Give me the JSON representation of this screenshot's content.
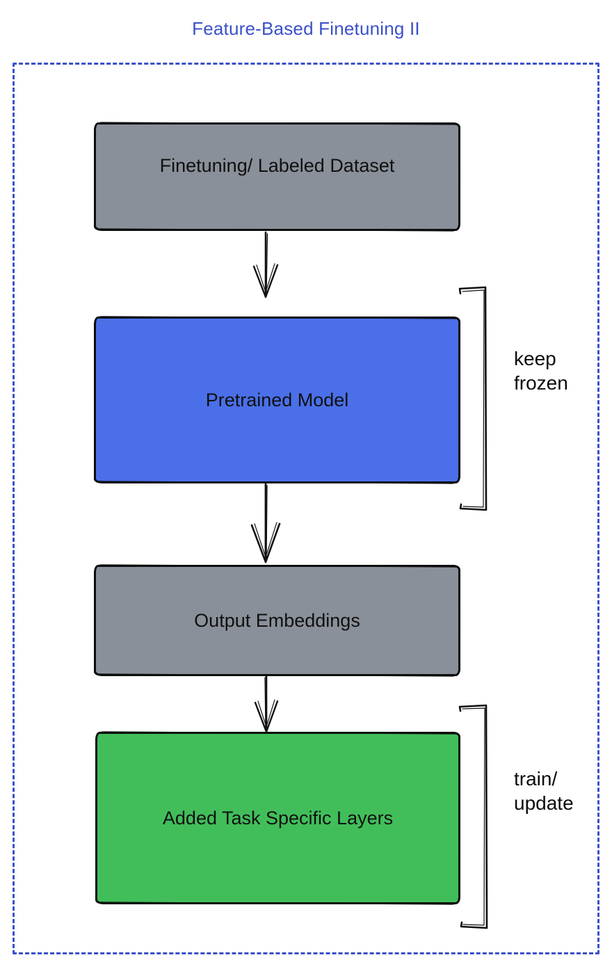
{
  "title": {
    "text": "Feature-Based Finetuning II"
  },
  "colors": {
    "title_blue": "#3B50C9",
    "frame_border_blue": "#3B50C9",
    "box_gray": "#8A9099",
    "box_blue": "#4A6FE9",
    "box_green": "#41BE5A",
    "stroke_black": "#111111"
  },
  "boxes": [
    {
      "label": "Finetuning/ Labeled Dataset"
    },
    {
      "label": "Pretrained Model"
    },
    {
      "label": "Output Embeddings"
    },
    {
      "label": "Added Task Specific Layers"
    }
  ],
  "annotations": [
    {
      "text": "keep\nfrozen"
    },
    {
      "text": "train/\nupdate"
    }
  ]
}
